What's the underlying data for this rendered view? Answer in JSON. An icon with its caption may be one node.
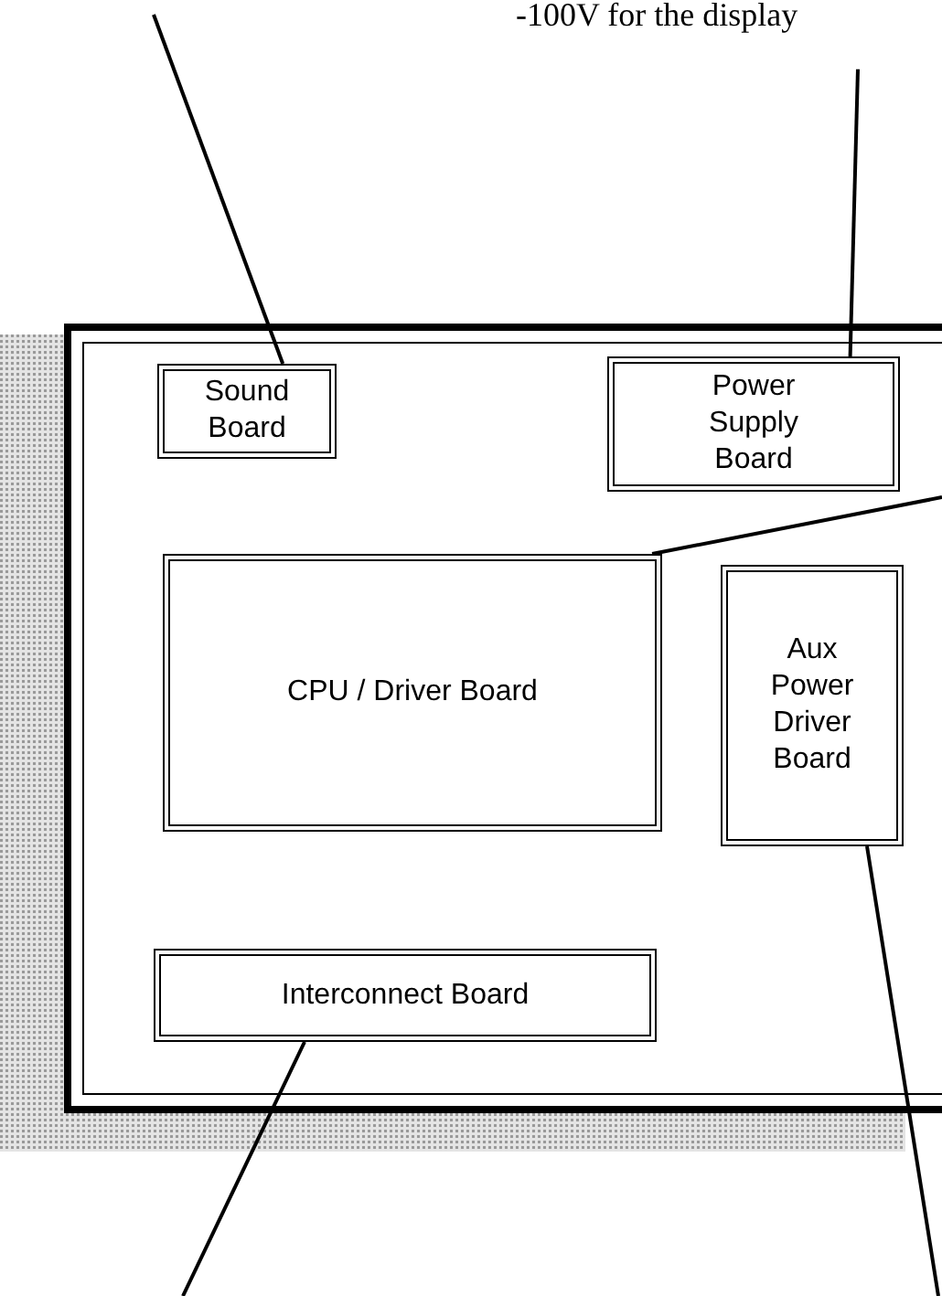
{
  "diagram": {
    "nodes": [
      {
        "text": [
          "-100V for the display"
        ]
      },
      {
        "text": [],
        "shape": "box"
      },
      {
        "text": [
          "Sound Board"
        ],
        "in": 1
      },
      {
        "text": [
          "Power Supply Board"
        ],
        "in": 1
      },
      {
        "text": [
          "CPU / Driver Board"
        ],
        "in": 1
      },
      {
        "text": [
          "Aux Power Driver Board"
        ],
        "in": 1
      },
      {
        "text": [
          "Interconnect Board"
        ],
        "in": 1
      }
    ],
    "edges": [
      {
        "from": null,
        "to": 2,
        "arrow": "none"
      },
      {
        "from": 0,
        "to": 3,
        "arrow": "none"
      },
      {
        "from": null,
        "to": 4,
        "arrow": "none"
      },
      {
        "from": null,
        "to": 6,
        "arrow": "none"
      },
      {
        "from": null,
        "to": 5,
        "arrow": "none"
      }
    ]
  }
}
